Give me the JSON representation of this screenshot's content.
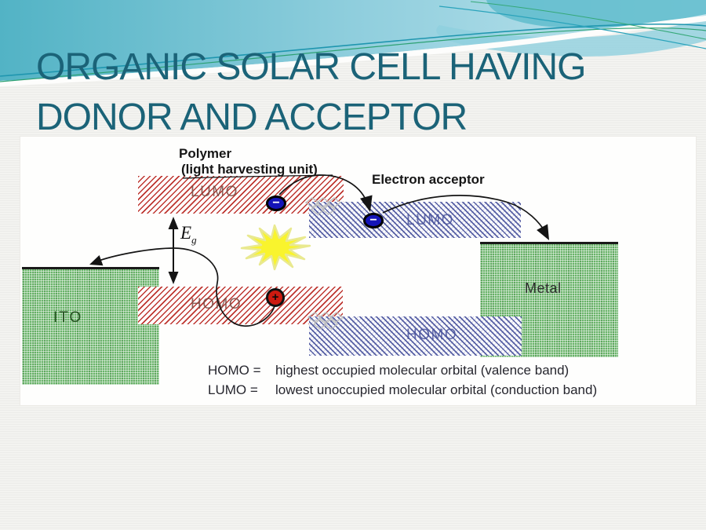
{
  "title": {
    "line1": "ORGANIC SOLAR CELL HAVING",
    "line2": "DONOR AND ACCEPTOR"
  },
  "diagram": {
    "polymer_label_line1": "Polymer",
    "polymer_label_line2": "(light harvesting unit)",
    "acceptor_label": "Electron acceptor",
    "donor_lumo": "LUMO",
    "donor_homo": "HOMO",
    "acceptor_lumo": "LUMO",
    "acceptor_homo": "HOMO",
    "ito": "ITO",
    "metal": "Metal",
    "bandgap_symbol": "E",
    "bandgap_subscript": "g",
    "electron_symbol": "−",
    "hole_symbol": "+",
    "legend": [
      {
        "term": "HOMO =",
        "definition": "highest occupied molecular orbital (valence band)"
      },
      {
        "term": "LUMO =",
        "definition": "lowest unoccupied molecular orbital (conduction band)"
      }
    ],
    "colors": {
      "title_text": "#1b6378",
      "donor_hatch_red": "#ba2a24",
      "acceptor_hatch_blue": "#3c4696",
      "electrode_green": "#69b369",
      "photon_yellow": "#f9f42d",
      "electron_blue": "#1414b8",
      "hole_red": "#cc1a10"
    }
  }
}
